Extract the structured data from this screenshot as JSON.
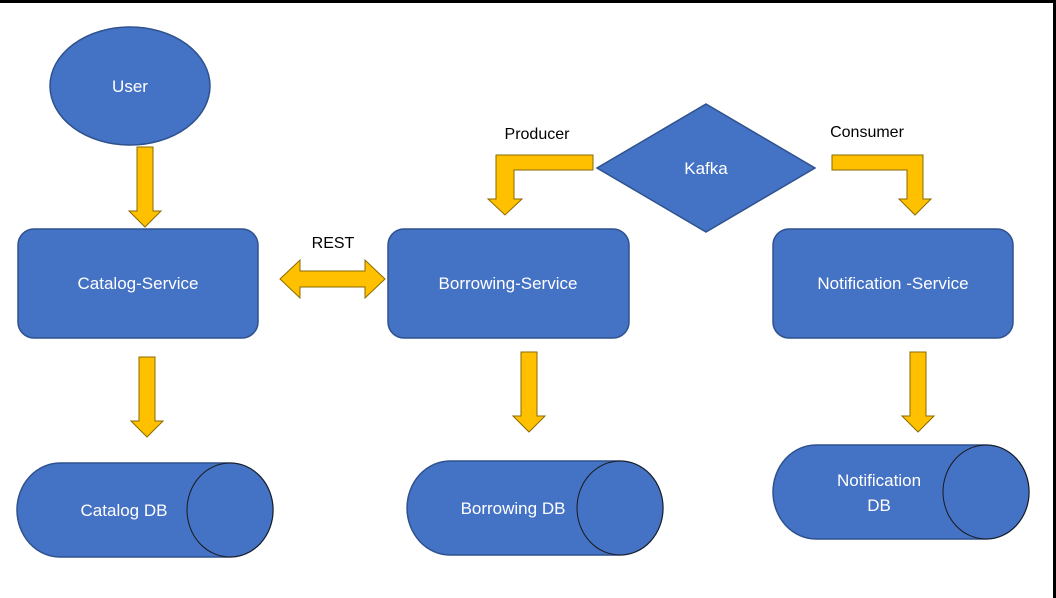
{
  "colors": {
    "node_fill": "#4472C4",
    "node_stroke": "#2F528F",
    "arrow_fill": "#FFC000",
    "arrow_stroke": "#8A6A00",
    "text_on_node": "#FFFFFF",
    "frame": "#000000"
  },
  "nodes": {
    "user": "User",
    "catalog_service": "Catalog-Service",
    "borrowing_service": "Borrowing-Service",
    "kafka": "Kafka",
    "notification_service": "Notification -Service",
    "catalog_db": "Catalog DB",
    "borrowing_db": "Borrowing DB",
    "notification_db_line1": "Notification",
    "notification_db_line2": "DB"
  },
  "edges": {
    "rest": "REST",
    "producer": "Producer",
    "consumer": "Consumer"
  }
}
